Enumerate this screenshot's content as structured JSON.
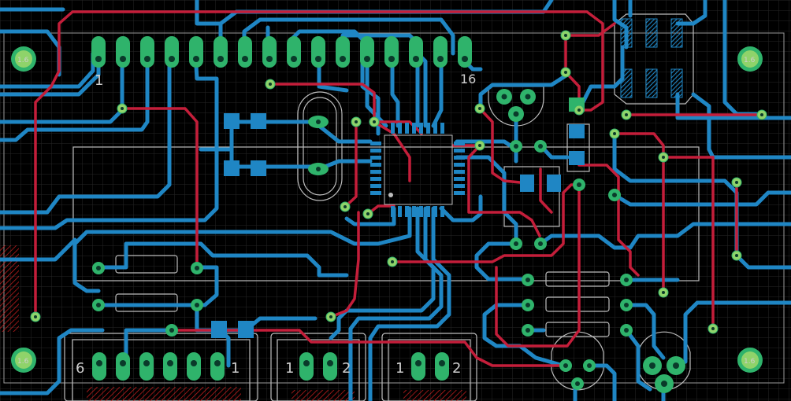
{
  "board": {
    "colors": {
      "background": "#000000",
      "grid": "#2a2a2a",
      "top_copper": "#c41e3a",
      "bottom_copper": "#1f86c4",
      "pad": "#2fb36b",
      "via": "#8fd36a",
      "silkscreen": "#bdbdbd",
      "drill": "#0a3a2a",
      "hatch": "#d42020"
    },
    "header_pin_first": "1",
    "header_pin_last": "16",
    "bottom_connector_labels": [
      "6",
      "1"
    ],
    "small_connector_a_labels": [
      "1",
      "2"
    ],
    "small_connector_b_labels": [
      "1",
      "2"
    ],
    "mount_hole_labels": [
      "1.6",
      "1.6",
      "1.6",
      "1.6"
    ]
  }
}
